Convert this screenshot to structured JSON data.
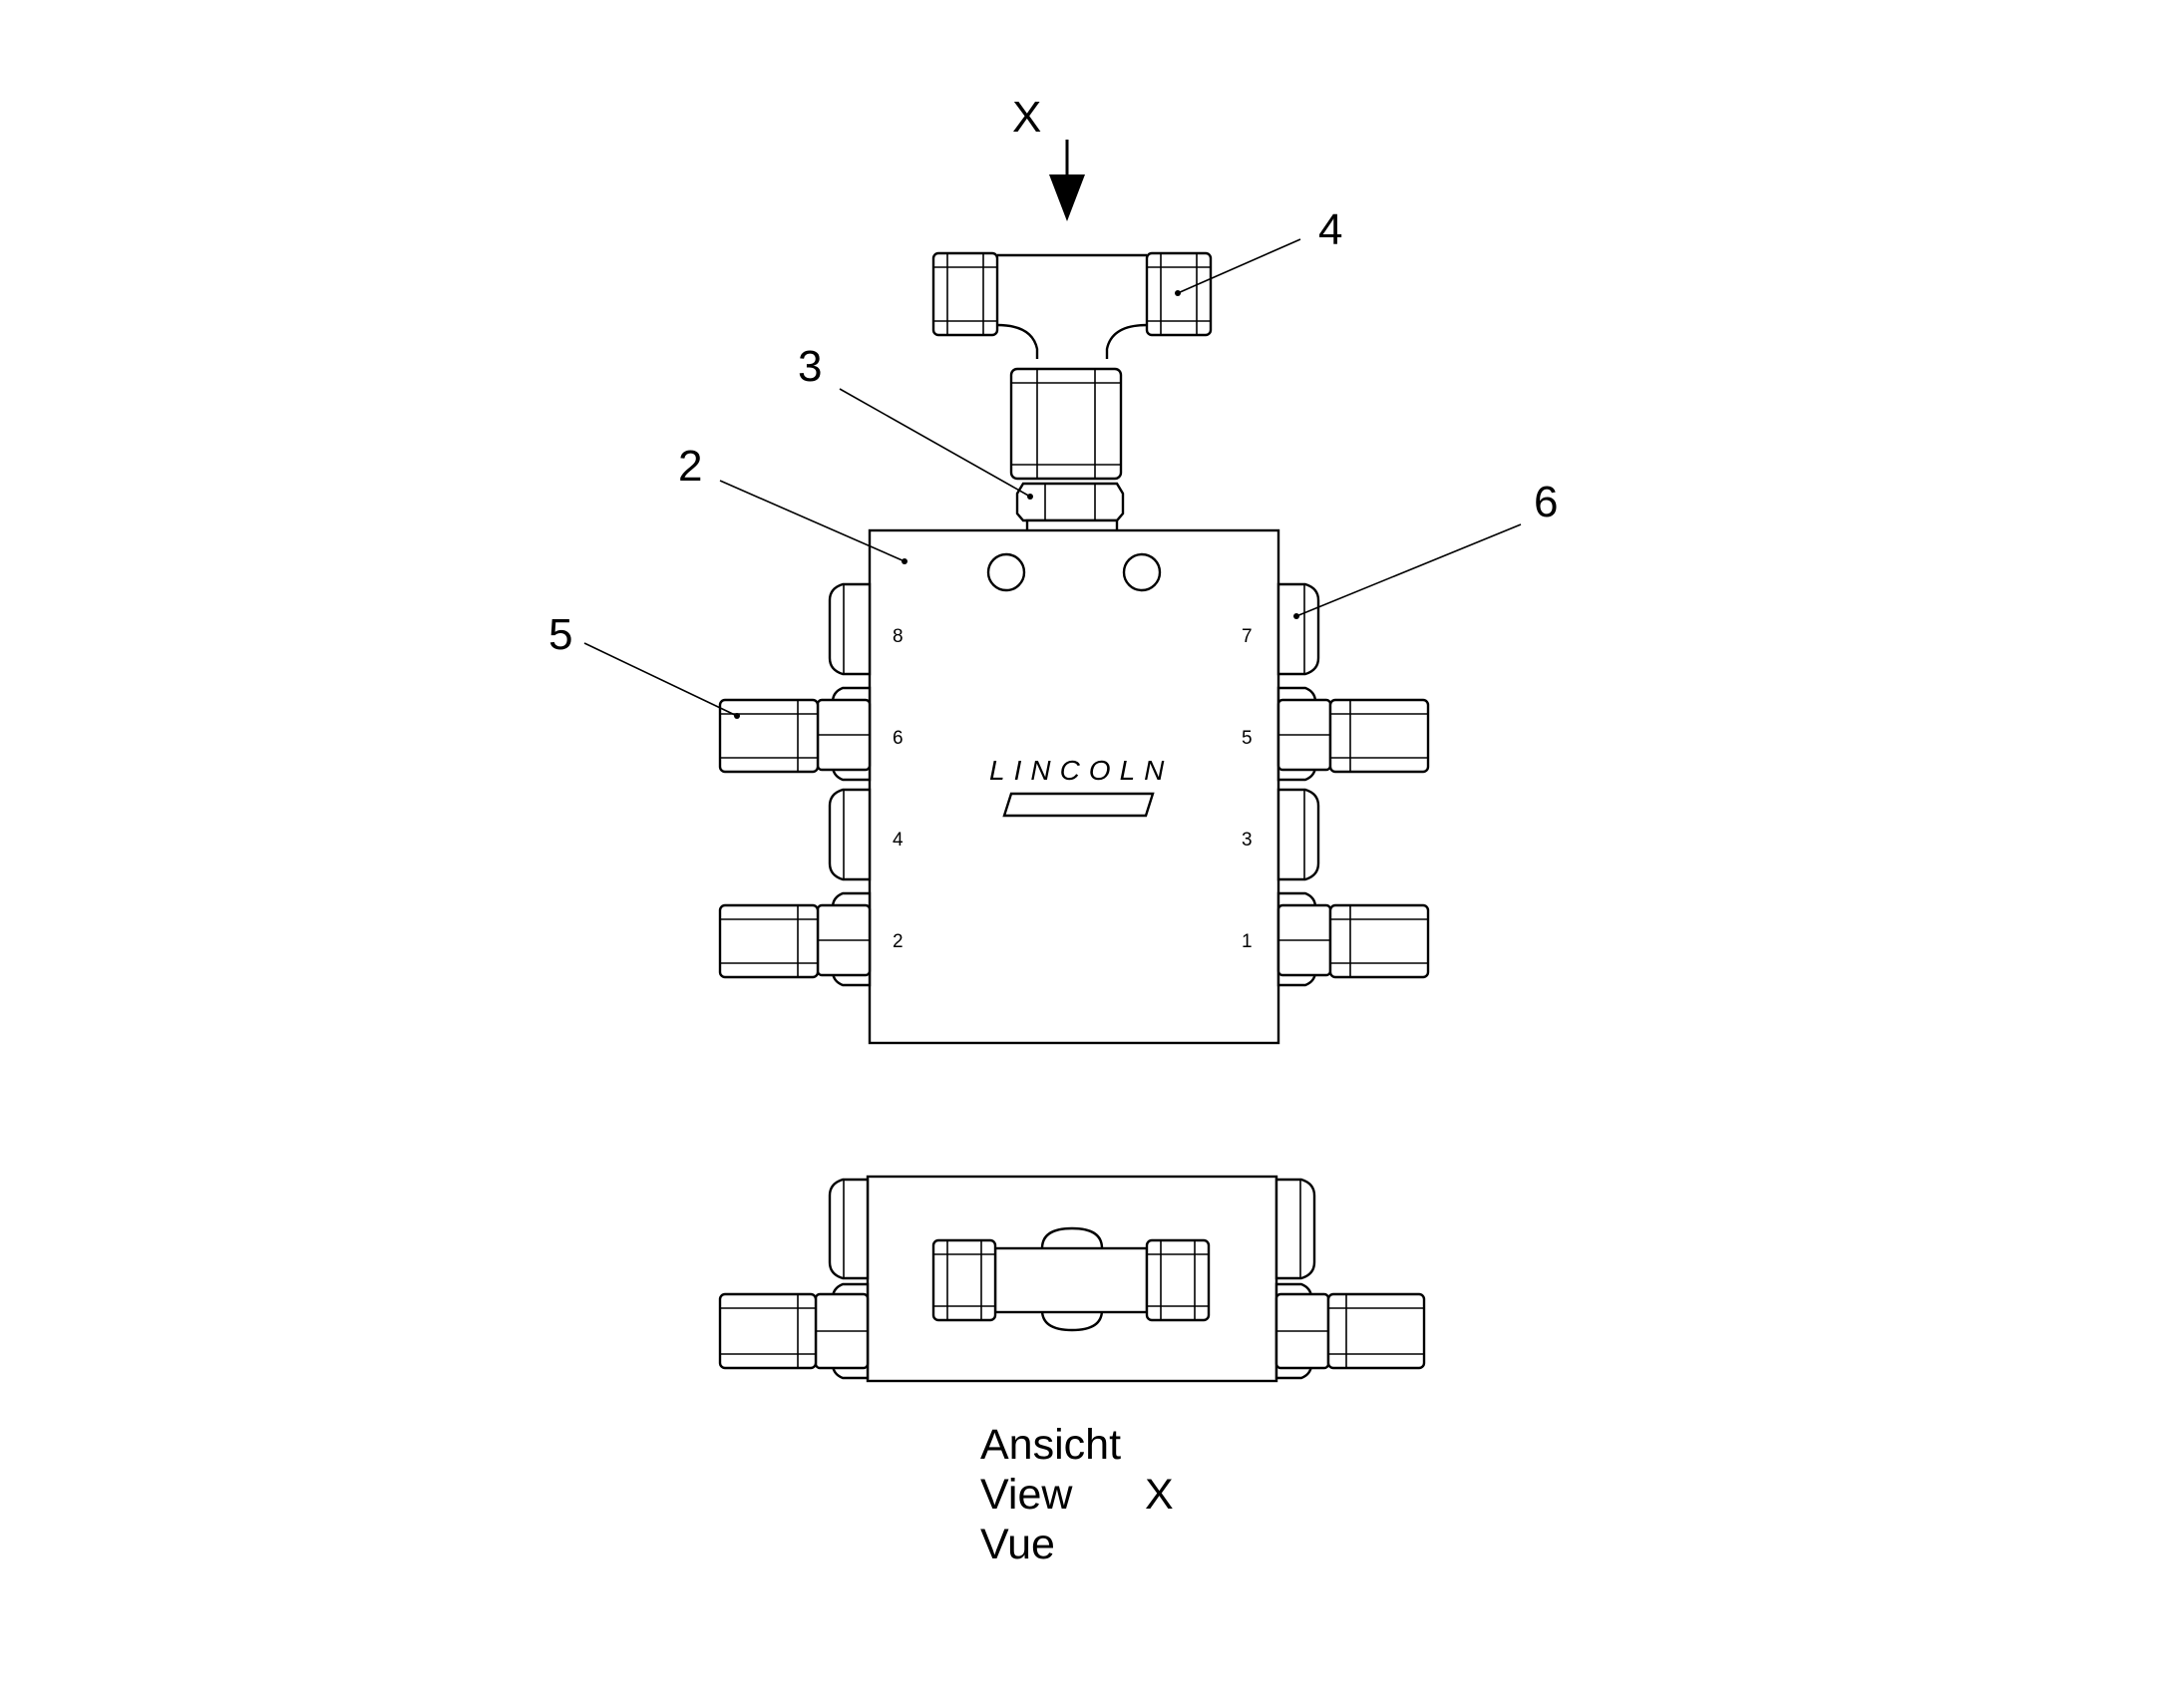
{
  "view_marker": "X",
  "callouts": [
    "2",
    "3",
    "4",
    "5",
    "6"
  ],
  "ports": [
    "8",
    "7",
    "6",
    "5",
    "4",
    "3",
    "2",
    "1"
  ],
  "brand": "LINCOLN",
  "caption": {
    "line1": "Ansicht",
    "line2": "View",
    "line3": "Vue",
    "marker": "X"
  }
}
